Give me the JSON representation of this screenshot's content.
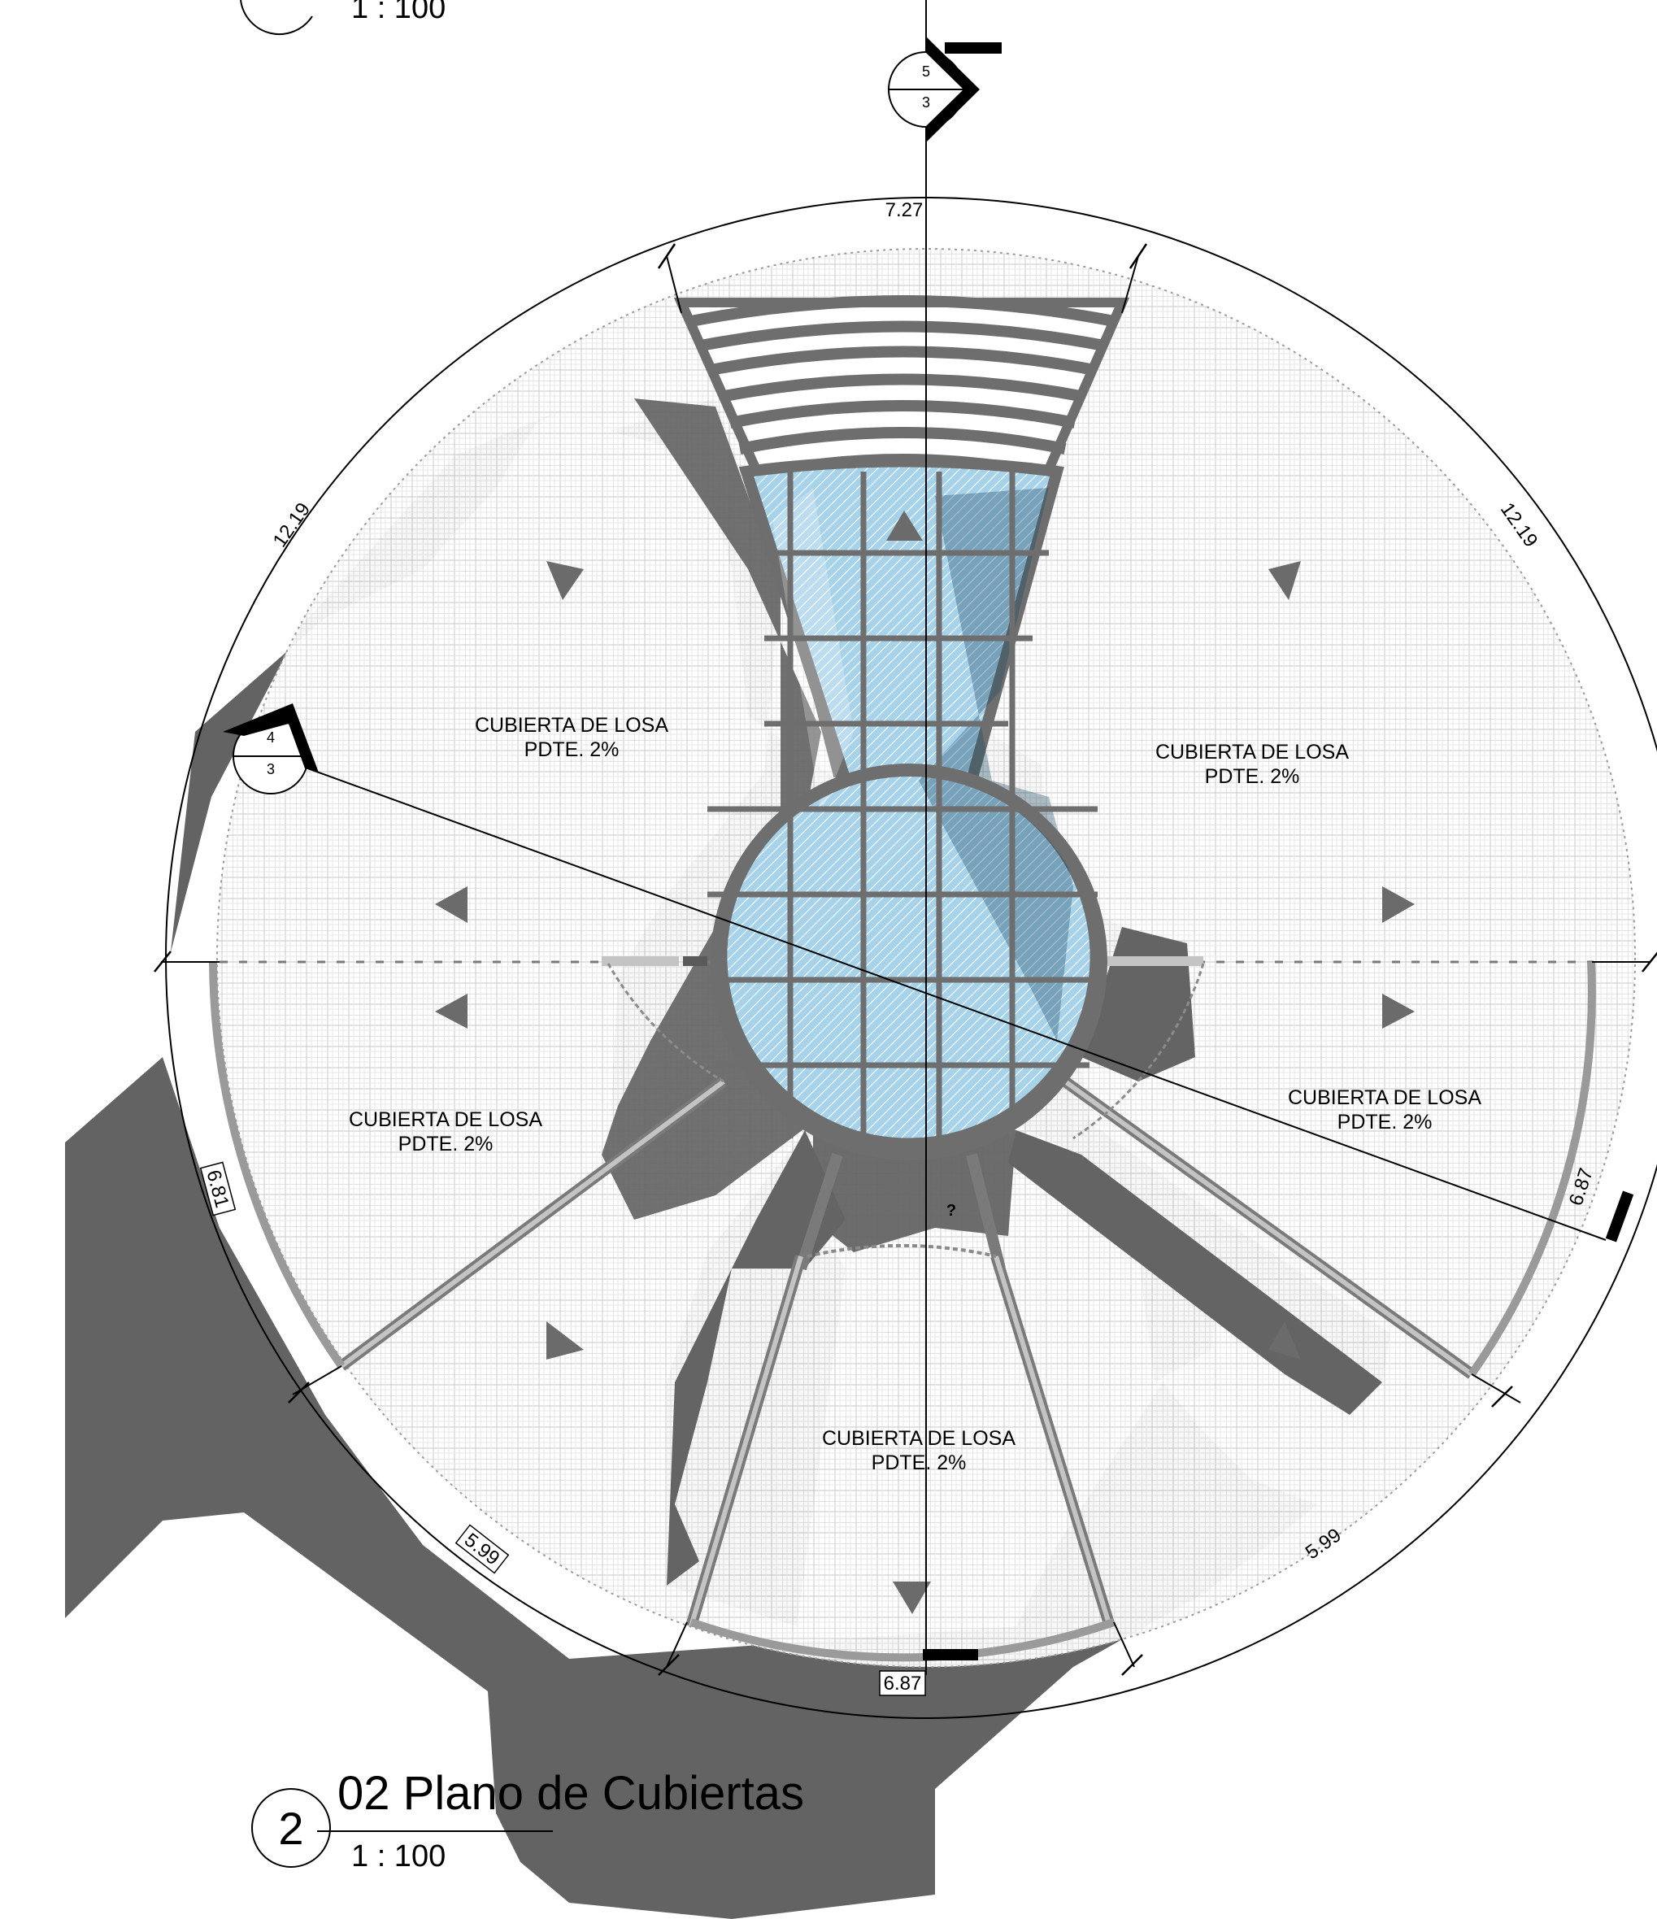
{
  "drawing": {
    "title_number": "2",
    "title": "02 Plano de Cubiertas",
    "scale": "1 : 100",
    "prev_scale": "1 : 100"
  },
  "rooms": [
    {
      "line1": "CUBIERTA DE LOSA",
      "line2": "PDTE. 2%"
    },
    {
      "line1": "CUBIERTA DE LOSA",
      "line2": "PDTE. 2%"
    },
    {
      "line1": "CUBIERTA DE LOSA",
      "line2": "PDTE. 2%"
    },
    {
      "line1": "CUBIERTA DE LOSA",
      "line2": "PDTE. 2%"
    },
    {
      "line1": "CUBIERTA DE LOSA",
      "line2": "PDTE. 2%"
    }
  ],
  "dimensions": {
    "top": "7.27",
    "upper_left": "12.19",
    "upper_right": "12.19",
    "left": "6.81",
    "lower_left": "5.99",
    "bottom": "6.87",
    "lower_right": "5.99",
    "right": "6.87"
  },
  "section_markers": {
    "top": {
      "number": "5",
      "sheet": "3"
    },
    "left": {
      "number": "4",
      "sheet": "3"
    }
  },
  "unknown_mark": "?",
  "colors": {
    "shadow": "#636363",
    "glass": "#9fcde6",
    "glass_dark": "#6fa6c6",
    "wall": "#6e6e6e",
    "grid": "#c8c8c8"
  }
}
